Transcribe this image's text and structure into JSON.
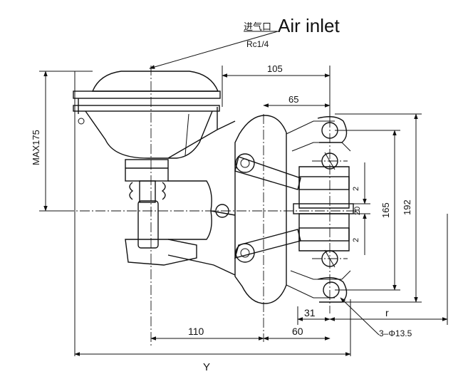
{
  "callout": {
    "chinese": "进气口",
    "english": "Air inlet",
    "thread": "Rc1/4"
  },
  "dimensions": {
    "d105": "105",
    "d65": "65",
    "max175": "MAX175",
    "d192": "192",
    "d165": "165",
    "gap_top": "2",
    "gap_mid": "20",
    "gap_bottom": "2",
    "d31": "31",
    "r": "r",
    "holes": "3–Φ13.5",
    "d110": "110",
    "d60": "60",
    "overall": "Y"
  }
}
